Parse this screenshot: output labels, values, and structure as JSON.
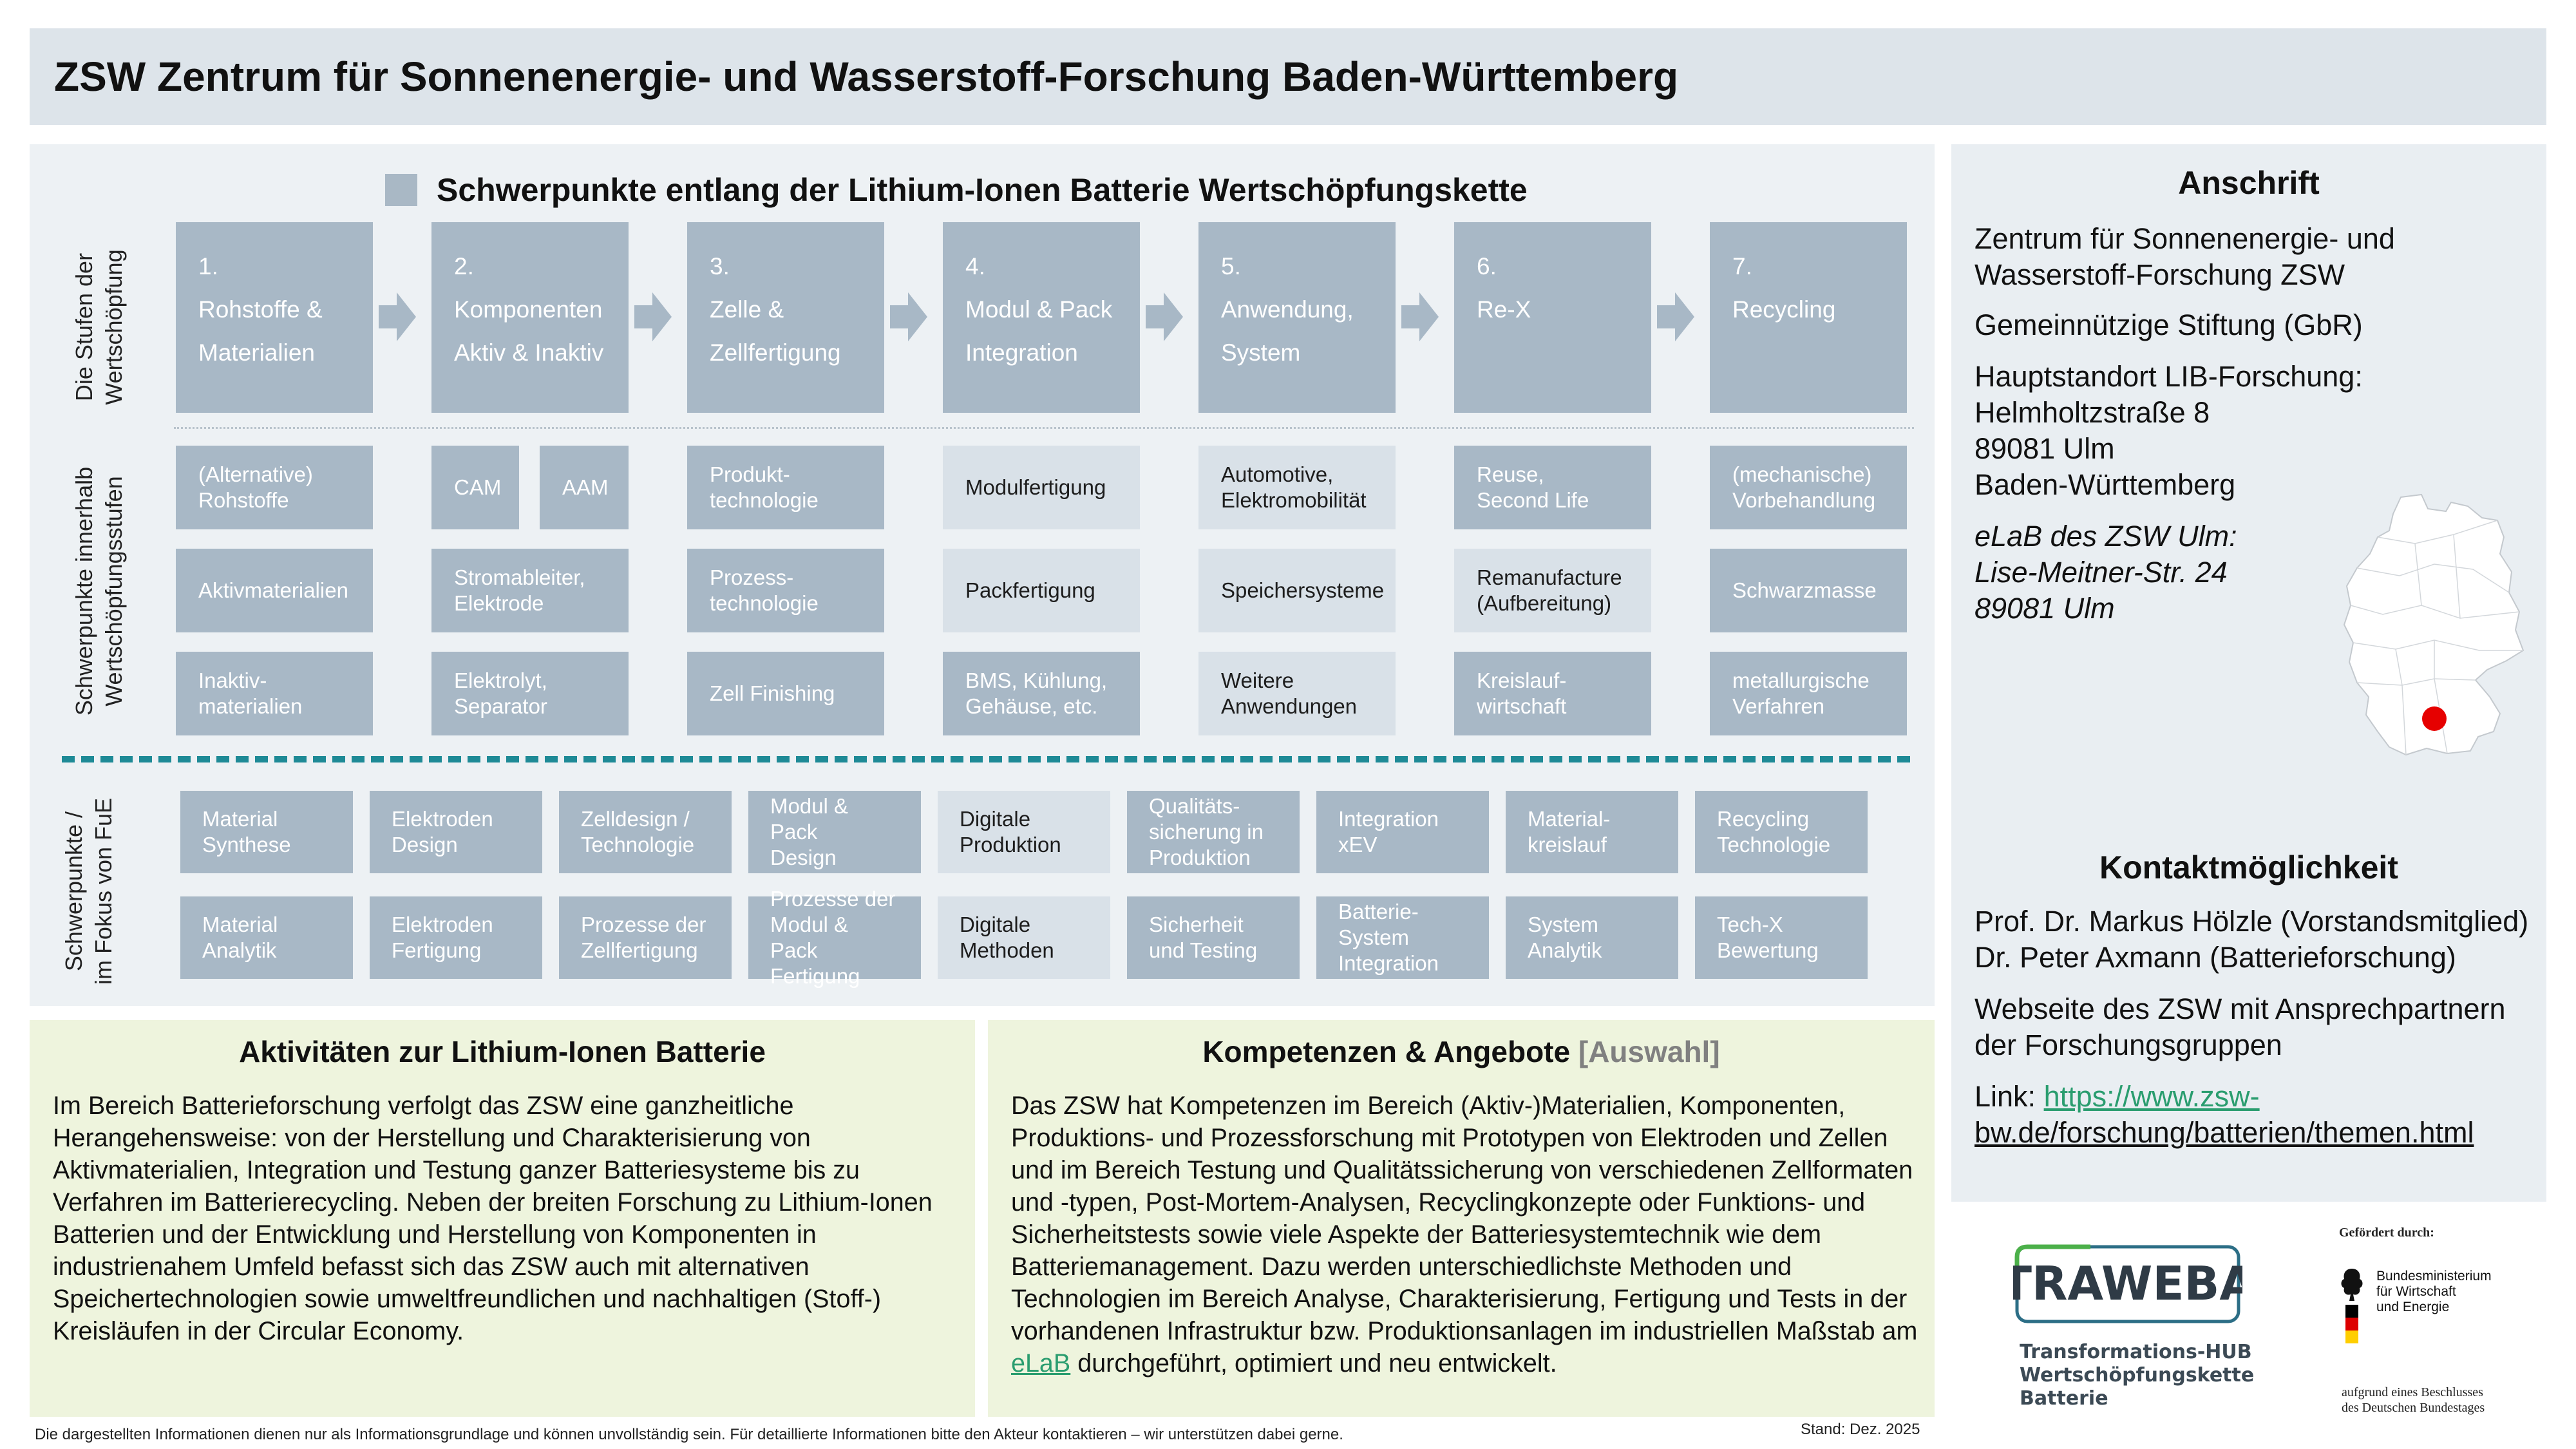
{
  "header": {
    "title": "ZSW Zentrum für Sonnenenergie- und Wasserstoff-Forschung Baden-Württemberg"
  },
  "section_title": "Schwerpunkte entlang der Lithium-Ionen Batterie Wertschöpfungskette",
  "side_labels": {
    "stages": [
      "Die Stufen der",
      "Wertschöpfung"
    ],
    "focus": [
      "Schwerpunkte innerhalb",
      "Wertschöpfungsstufen"
    ],
    "fue": [
      "Schwerpunkte /",
      "im Fokus  von FuE"
    ]
  },
  "stages": [
    {
      "num": "1.",
      "line1": "Rohstoffe &",
      "line2": "Materialien"
    },
    {
      "num": "2.",
      "line1": "Komponenten",
      "line2": "Aktiv & Inaktiv"
    },
    {
      "num": "3.",
      "line1": "Zelle &",
      "line2": "Zellfertigung"
    },
    {
      "num": "4.",
      "line1": "Modul & Pack",
      "line2": "Integration"
    },
    {
      "num": "5.",
      "line1": "Anwendung,",
      "line2": "System"
    },
    {
      "num": "6.",
      "line1": "Re-X",
      "line2": ""
    },
    {
      "num": "7.",
      "line1": "Recycling",
      "line2": ""
    }
  ],
  "focus_boxes": [
    {
      "text": "(Alternative)\nRohstoffe",
      "tone": "dark"
    },
    {
      "text": "CAM",
      "tone": "dark"
    },
    {
      "text": "AAM",
      "tone": "dark"
    },
    {
      "text": "Produkt-\ntechnologie",
      "tone": "dark"
    },
    {
      "text": "Modulfertigung",
      "tone": "light"
    },
    {
      "text": "Automotive,\nElektromobilität",
      "tone": "light"
    },
    {
      "text": "Reuse,\nSecond Life",
      "tone": "dark"
    },
    {
      "text": "(mechanische)\nVorbehandlung",
      "tone": "dark"
    },
    {
      "text": "Aktivmaterialien",
      "tone": "dark"
    },
    {
      "text": "Stromableiter,\nElektrode",
      "tone": "dark"
    },
    {
      "text": "Prozess-\ntechnologie",
      "tone": "dark"
    },
    {
      "text": "Packfertigung",
      "tone": "light"
    },
    {
      "text": "Speichersysteme",
      "tone": "light"
    },
    {
      "text": "Remanufacture\n(Aufbereitung)",
      "tone": "light"
    },
    {
      "text": "Schwarzmasse",
      "tone": "dark"
    },
    {
      "text": "Inaktiv-\nmaterialien",
      "tone": "dark"
    },
    {
      "text": "Elektrolyt,\nSeparator",
      "tone": "dark"
    },
    {
      "text": "Zell Finishing",
      "tone": "dark"
    },
    {
      "text": "BMS, Kühlung,\nGehäuse, etc.",
      "tone": "dark"
    },
    {
      "text": "Weitere\nAnwendungen",
      "tone": "light"
    },
    {
      "text": "Kreislauf-\nwirtschaft",
      "tone": "dark"
    },
    {
      "text": "metallurgische\nVerfahren",
      "tone": "dark"
    }
  ],
  "fue_boxes": [
    {
      "text": "Material\nSynthese",
      "tone": "dark"
    },
    {
      "text": "Elektroden\nDesign",
      "tone": "dark"
    },
    {
      "text": "Zelldesign /\nTechnologie",
      "tone": "dark"
    },
    {
      "text": "Modul & Pack\nDesign",
      "tone": "dark"
    },
    {
      "text": "Digitale\nProduktion",
      "tone": "light"
    },
    {
      "text": "Qualitäts-\nsicherung in\nProduktion",
      "tone": "dark"
    },
    {
      "text": "Integration\nxEV",
      "tone": "dark"
    },
    {
      "text": "Material-\nkreislauf",
      "tone": "dark"
    },
    {
      "text": "Recycling\nTechnologie",
      "tone": "dark"
    },
    {
      "text": "Material\nAnalytik",
      "tone": "dark"
    },
    {
      "text": "Elektroden\nFertigung",
      "tone": "dark"
    },
    {
      "text": "Prozesse der\nZellfertigung",
      "tone": "dark"
    },
    {
      "text": "Prozesse der\nModul & Pack\nFertigung",
      "tone": "dark"
    },
    {
      "text": "Digitale\nMethoden",
      "tone": "light"
    },
    {
      "text": "Sicherheit\nund Testing",
      "tone": "dark"
    },
    {
      "text": "Batterie-\nSystem\nIntegration",
      "tone": "dark"
    },
    {
      "text": "System\nAnalytik",
      "tone": "dark"
    },
    {
      "text": "Tech-X\nBewertung",
      "tone": "dark"
    }
  ],
  "activities": {
    "title": "Aktivitäten zur Lithium-Ionen Batterie",
    "body": "Im Bereich Batterieforschung verfolgt das ZSW eine ganzheitliche Herangehensweise: von der Herstellung und Charakterisierung von Aktivmaterialien, Integration und Testung ganzer Batteriesysteme bis zu Verfahren im Batterierecycling. Neben der breiten Forschung zu Lithium-Ionen Batterien und der Entwicklung und Herstellung von Komponenten in industrienahem Umfeld befasst sich das ZSW auch mit alternativen Speichertechnologien sowie umweltfreundlichen und nachhaltigen (Stoff-) Kreisläufen in der Circular Economy."
  },
  "competences": {
    "title": "Kompetenzen & Angebote",
    "title_suffix": "[Auswahl]",
    "body": "Das ZSW hat Kompetenzen im Bereich (Aktiv-)Materialien, Komponenten, Produktions- und Prozessforschung mit Prototypen von Elektroden und Zellen und im Bereich Testung und Qualitätssicherung von verschiedenen Zellformaten und -typen, Post-Mortem-Analysen, Recyclingkonzepte oder Funktions- und Sicherheitstests sowie viele Aspekte der Batteriesystemtechnik wie dem Batteriemanagement. Dazu werden unterschiedlichste Methoden und Technologien im Bereich Analyse, Charakterisierung, Fertigung und Tests in der vorhandenen Infrastruktur bzw. Produktionsanlagen im industriellen Maßstab am",
    "link": "eLaB",
    "body_end": "durchgeführt, optimiert und neu entwickelt."
  },
  "footer": {
    "disclaimer": "Die dargestellten Informationen dienen nur als Informationsgrundlage und können unvollständig sein. Für detaillierte Informationen bitte den Akteur kontaktieren – wir unterstützen dabei gerne.",
    "stand": "Stand: Dez. 2025"
  },
  "address": {
    "title": "Anschrift",
    "org1": "Zentrum für Sonnenenergie- und",
    "org2": "Wasserstoff-Forschung ZSW",
    "legal": "Gemeinnützige Stiftung (GbR)",
    "hq_label": "Hauptstandort LIB-Forschung:",
    "street": "Helmholtzstraße 8",
    "zip": "89081 Ulm",
    "state": "Baden-Württemberg",
    "elab1": "eLaB des ZSW Ulm:",
    "elab2": "Lise-Meitner-Str. 24",
    "elab3": "89081 Ulm"
  },
  "contact": {
    "title": "Kontaktmöglichkeit",
    "person1": "Prof. Dr. Markus Hölzle (Vorstandsmitglied)",
    "person2": "Dr. Peter Axmann (Batterieforschung)",
    "web1": "Webseite des ZSW mit Ansprechpartnern",
    "web2": "der Forschungsgruppen",
    "link_label": "Link:",
    "link1": "https://www.zsw-",
    "link2": "bw.de/forschung/batterien/themen.html"
  },
  "traweba": {
    "logo": "TRAWEBA",
    "line1": "Transformations-HUB",
    "line2": "Wertschöpfungskette",
    "line3": "Batterie"
  },
  "bmwe": {
    "funded_by": "Gefördert durch:",
    "line1": "Bundesministerium",
    "line2": "für Wirtschaft",
    "line3": "und Energie",
    "decision1": "aufgrund eines Beschlusses",
    "decision2": "des Deutschen Bundestages"
  },
  "colors": {
    "stage": "#a8b8c6",
    "light": "#d9e1e8",
    "teal": "#1e8a96",
    "link": "#2a9d6f",
    "highlight_bg": "#eef4dd",
    "map_marker": "#e60000"
  }
}
